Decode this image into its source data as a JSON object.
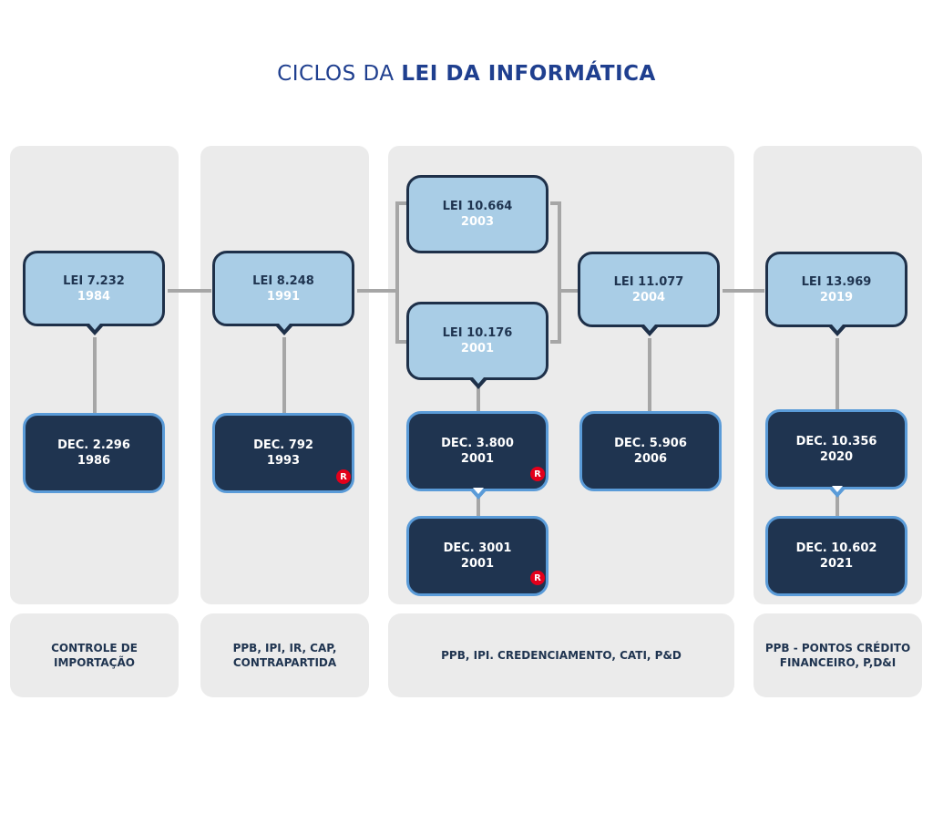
{
  "title": {
    "light": "CICLOS DA ",
    "bold": "LEI DA INFORMÁTICA"
  },
  "leis": [
    {
      "name": "LEI 7.232",
      "year": "1984"
    },
    {
      "name": "LEI 8.248",
      "year": "1991"
    },
    {
      "name": "LEI 10.664",
      "year": "2003"
    },
    {
      "name": "LEI 10.176",
      "year": "2001"
    },
    {
      "name": "LEI 11.077",
      "year": "2004"
    },
    {
      "name": "LEI 13.969",
      "year": "2019"
    }
  ],
  "decs": [
    {
      "name": "DEC. 2.296",
      "year": "1986"
    },
    {
      "name": "DEC. 792",
      "year": "1993",
      "badge": "R"
    },
    {
      "name": "DEC. 3.800",
      "year": "2001",
      "badge": "R"
    },
    {
      "name": "DEC. 3001",
      "year": "2001",
      "badge": "R"
    },
    {
      "name": "DEC. 5.906",
      "year": "2006"
    },
    {
      "name": "DEC. 10.356",
      "year": "2020"
    },
    {
      "name": "DEC. 10.602",
      "year": "2021"
    }
  ],
  "footers": [
    {
      "l1": "CONTROLE DE",
      "l2": "IMPORTAÇÃO"
    },
    {
      "l1": "PPB, IPI, IR, CAP,",
      "l2": "CONTRAPARTIDA"
    },
    {
      "l1": "PPB, IPI. CREDENCIAMENTO, CATI, P&D",
      "l2": ""
    },
    {
      "l1": "PPB - PONTOS CRÉDITO",
      "l2": "FINANCEIRO, P,D&I"
    }
  ],
  "colors": {
    "lei_fill": "#a9cde6",
    "dec_fill": "#1f3450",
    "accent": "#5a9bd8",
    "badge": "#e3001b",
    "title": "#1f3f8f"
  }
}
